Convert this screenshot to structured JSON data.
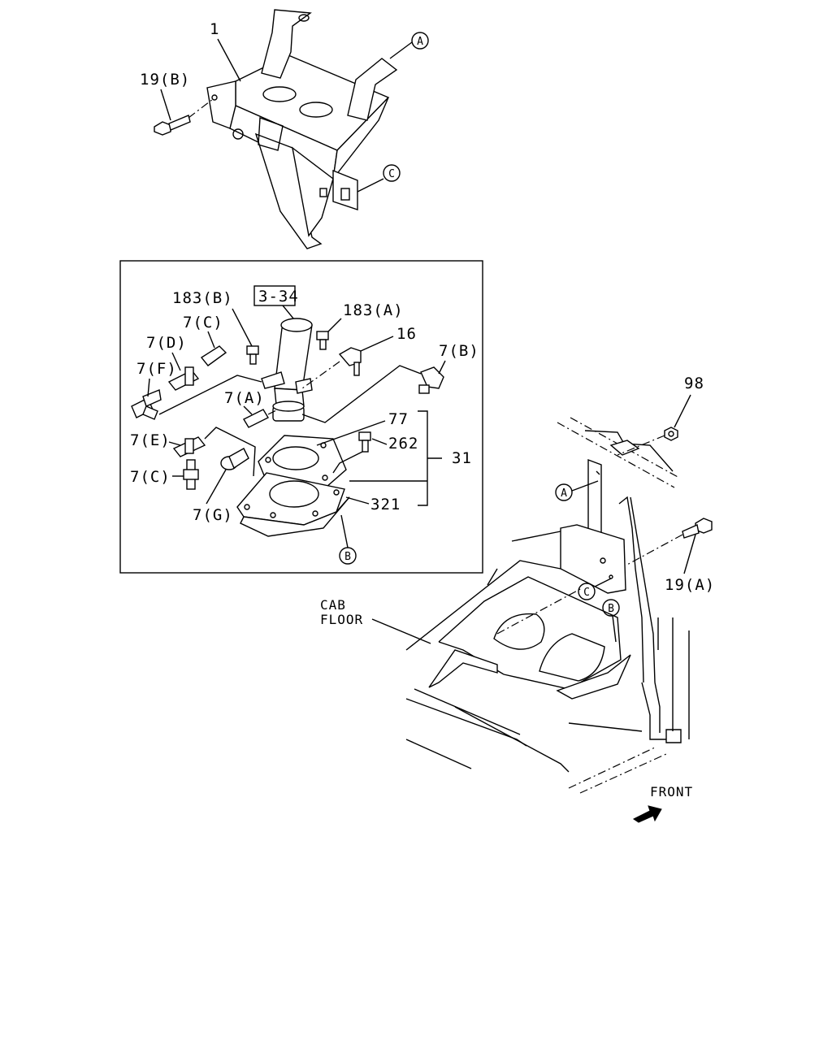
{
  "labels": {
    "part_1": "1",
    "part_19b": "19(B)",
    "part_19a": "19(A)",
    "part_98": "98",
    "part_183b": "183(B)",
    "part_183a": "183(A)",
    "ref_3_34": "3-34",
    "part_16": "16",
    "part_7a": "7(A)",
    "part_7b": "7(B)",
    "part_7c_top": "7(C)",
    "part_7c_bottom": "7(C)",
    "part_7d": "7(D)",
    "part_7e": "7(E)",
    "part_7f": "7(F)",
    "part_7g": "7(G)",
    "part_77": "77",
    "part_262": "262",
    "part_31": "31",
    "part_321": "321",
    "cab": "CAB",
    "floor": "FLOOR",
    "front": "FRONT"
  },
  "callouts": {
    "a": "A",
    "b": "B",
    "c": "C"
  }
}
